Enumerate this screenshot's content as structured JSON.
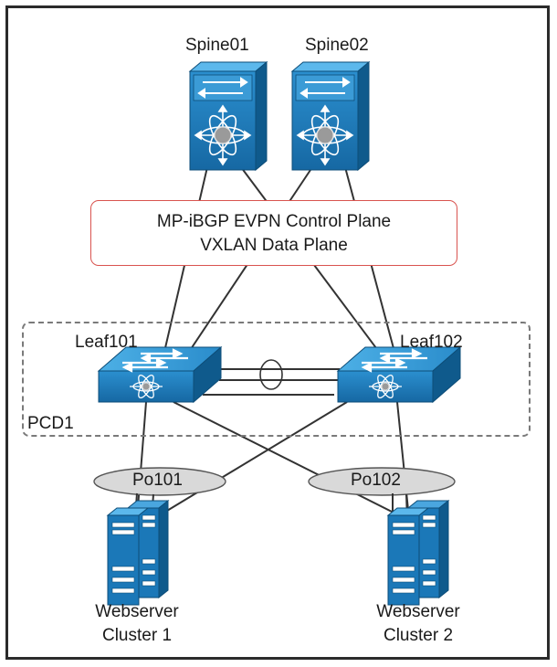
{
  "spines": [
    {
      "name": "Spine01"
    },
    {
      "name": "Spine02"
    }
  ],
  "control_plane": {
    "line1": "MP-iBGP EVPN Control Plane",
    "line2": "VXLAN Data Plane"
  },
  "leaves": [
    {
      "name": "Leaf101"
    },
    {
      "name": "Leaf102"
    }
  ],
  "domain_label": "PCD1",
  "port_channels": [
    {
      "name": "Po101"
    },
    {
      "name": "Po102"
    }
  ],
  "servers": [
    {
      "line1": "Webserver",
      "line2": "Cluster 1"
    },
    {
      "line1": "Webserver",
      "line2": "Cluster 2"
    }
  ],
  "colors": {
    "device_blue": "#1b78b8",
    "device_blue_light": "#3aa0d8",
    "device_blue_dark": "#0f5a8c",
    "plane_border": "#d9534f",
    "port_channel_fill": "#d9d9d9"
  }
}
